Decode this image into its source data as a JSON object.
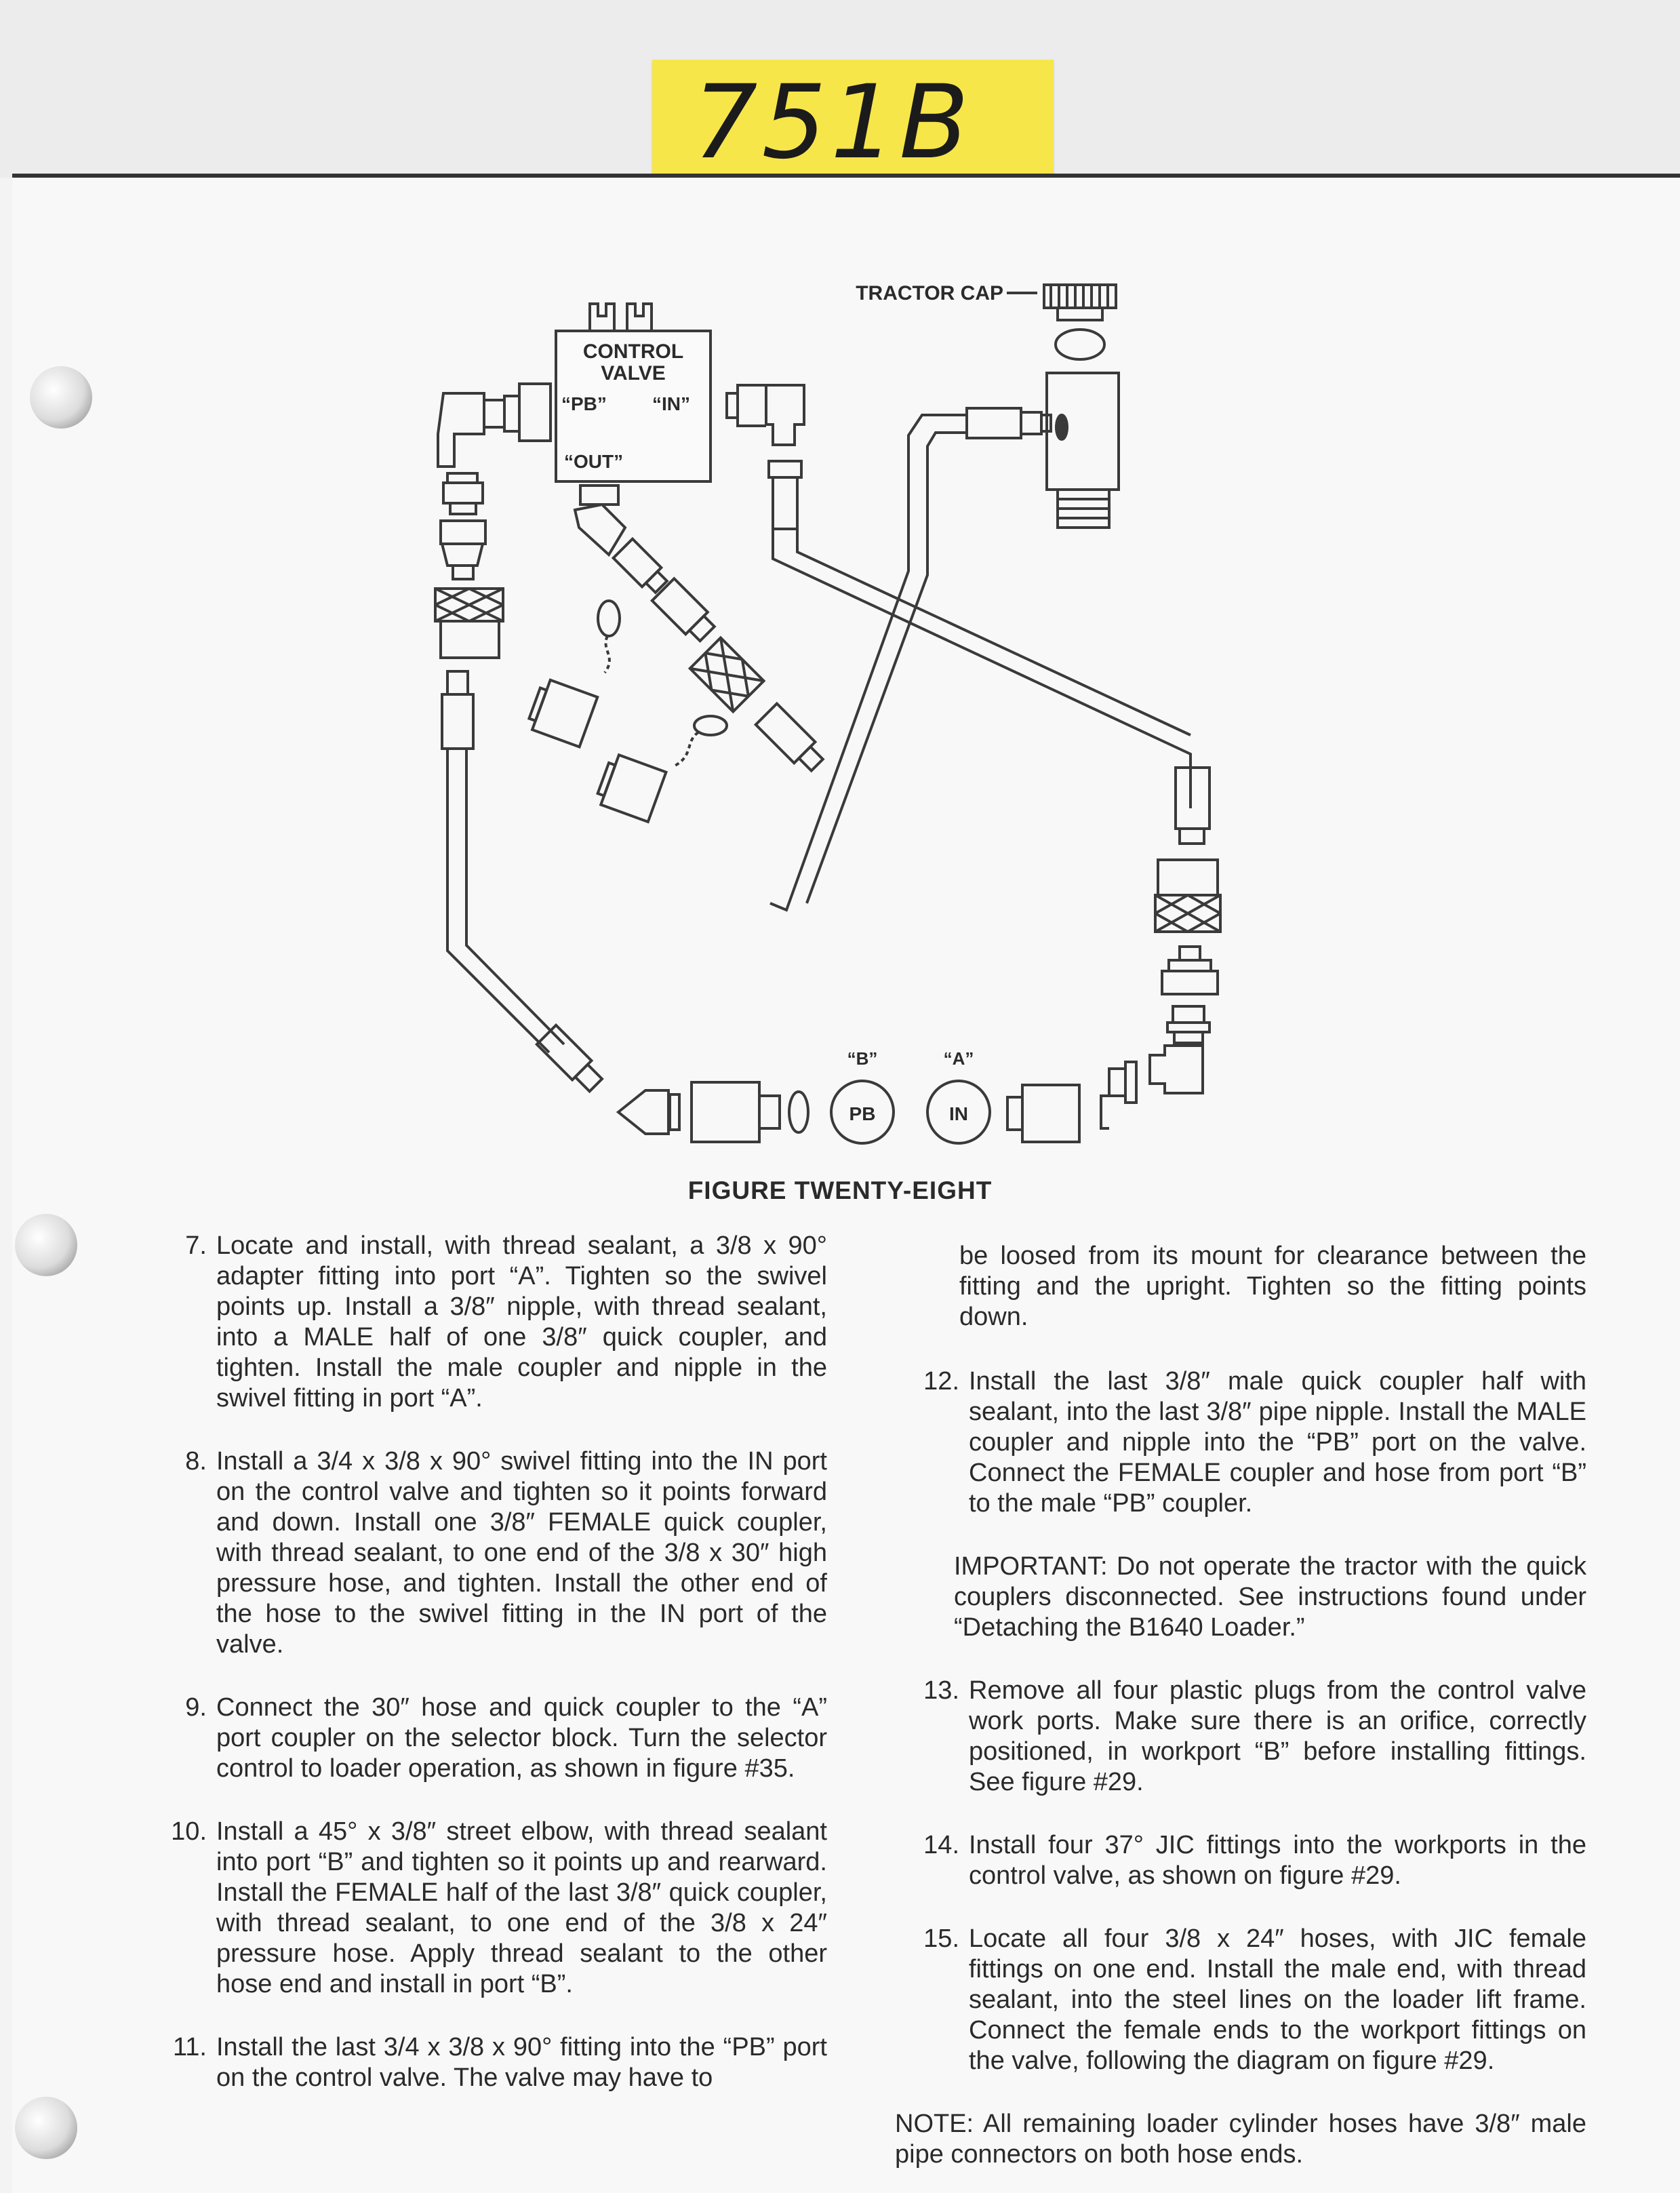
{
  "sticky_note": "751B",
  "diagram": {
    "tractor_cap_label": "TRACTOR CAP",
    "control_valve_line1": "CONTROL",
    "control_valve_line2": "VALVE",
    "port_pb": "“PB”",
    "port_in": "“IN”",
    "port_out": "“OUT”",
    "port_b_label": "“B”",
    "port_a_label": "“A”",
    "circle_pb": "PB",
    "circle_in": "IN"
  },
  "caption": "FIGURE TWENTY-EIGHT",
  "left_items": [
    {
      "num": "7.",
      "text": "Locate and install, with thread sealant, a 3/8 x 90° adapter fitting into port “A”. Tighten so the swivel points up. Install a 3/8″ nipple, with thread sealant, into a MALE half of one 3/8″ quick coupler, and tighten. Install the male coupler and nipple in the swivel fitting in port “A”."
    },
    {
      "num": "8.",
      "text": "Install a 3/4 x 3/8 x 90° swivel fitting into the IN port on the control valve and tighten so it points forward and down. Install one 3/8″ FEMALE quick coupler, with thread sealant, to one end of the 3/8 x 30″ high pressure hose, and tighten. Install the other end of the hose to the swivel fitting in the IN port of the valve."
    },
    {
      "num": "9.",
      "text": "Connect the 30″ hose and quick coupler to the “A” port coupler on the selector block. Turn the selector control to loader operation, as shown in figure #35."
    },
    {
      "num": "10.",
      "text": "Install a 45° x 3/8″ street elbow, with thread sealant into port “B” and tighten so it points up and rearward. Install the FEMALE half of the last 3/8″ quick coupler, with thread sealant, to one end of the 3/8 x 24″ pressure hose. Apply thread sealant to the other hose end and install in port “B”."
    },
    {
      "num": "11.",
      "text": "Install the last 3/4 x 3/8 x 90° fitting into the “PB” port on the control valve. The valve may have to"
    }
  ],
  "right_continuation": "be loosed from its mount for clearance between the fitting and the upright. Tighten so the fitting points down.",
  "right_items_a": [
    {
      "num": "12.",
      "text": "Install the last 3/8″ male quick coupler half with sealant, into the last 3/8″ pipe nipple. Install the MALE coupler and nipple into the “PB” port on the valve. Connect the FEMALE coupler and hose from port “B” to the male “PB” coupler."
    }
  ],
  "important": "IMPORTANT: Do not operate the tractor with the quick couplers disconnected. See instructions found under “Detaching the B1640 Loader.”",
  "right_items_b": [
    {
      "num": "13.",
      "text": "Remove all four plastic plugs from the control valve work ports. Make sure there is an orifice, correctly positioned, in workport “B” before installing fittings. See figure #29."
    },
    {
      "num": "14.",
      "text": "Install four 37° JIC fittings into the workports in the control valve, as shown on figure #29."
    },
    {
      "num": "15.",
      "text": "Locate all four 3/8 x 24″ hoses, with JIC female fittings on one end. Install the male end, with thread sealant, into the steel lines on the loader lift frame. Connect the female ends to the workport fittings on the valve, following the diagram on figure #29."
    }
  ],
  "note": "NOTE: All remaining loader cylinder hoses have 3/8″ male pipe connectors on both hose ends."
}
